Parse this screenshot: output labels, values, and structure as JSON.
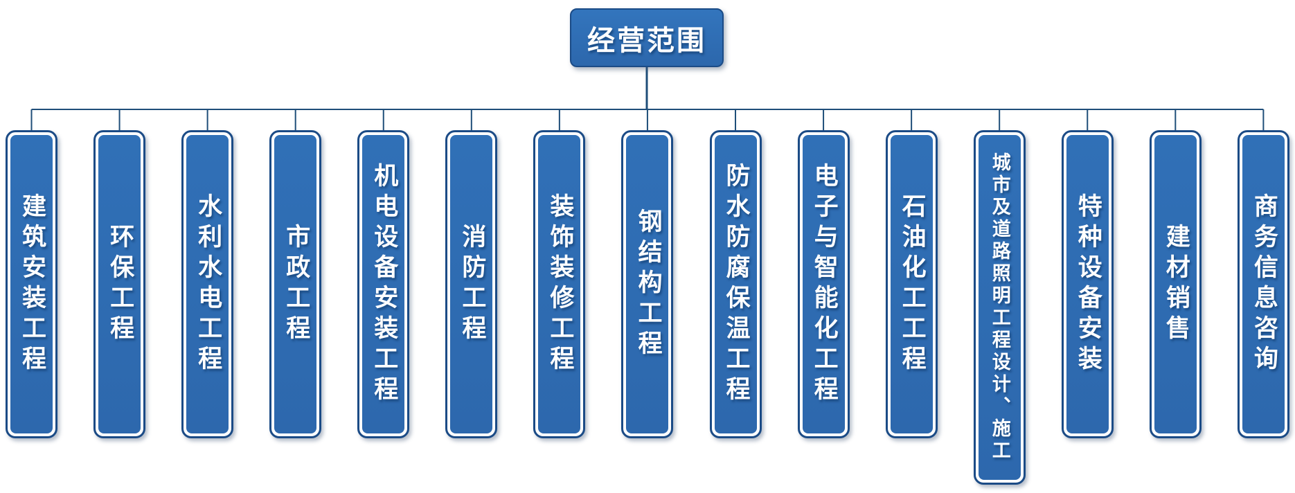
{
  "root": {
    "label": "经营范围"
  },
  "branches": [
    {
      "label": "建筑安装工程"
    },
    {
      "label": "环保工程"
    },
    {
      "label": "水利水电工程"
    },
    {
      "label": "市政工程"
    },
    {
      "label": "机电设备安装工程"
    },
    {
      "label": "消防工程"
    },
    {
      "label": "装饰装修工程"
    },
    {
      "label": "钢结构工程"
    },
    {
      "label": "防水防腐保温工程"
    },
    {
      "label": "电子与智能化工程"
    },
    {
      "label": "石油化工工程"
    },
    {
      "label": "城市及道路照明工程设计、施工",
      "tall": true
    },
    {
      "label": "特种设备安装"
    },
    {
      "label": "建材销售"
    },
    {
      "label": "商务信息咨询"
    }
  ],
  "colors": {
    "box_fill": "#2e6cb3",
    "box_border": "#1b4b86",
    "connector_line": "#1f4e79",
    "label_text": "#ffffff",
    "background": "#ffffff"
  }
}
